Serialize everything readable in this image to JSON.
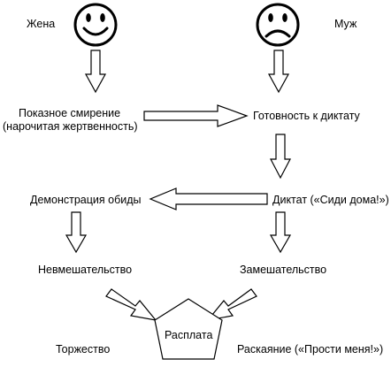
{
  "wife": {
    "label": "Жена",
    "face": "smiley-happy-icon"
  },
  "husband": {
    "label": "Муж",
    "face": "smiley-sad-icon"
  },
  "nodes": {
    "pokaznoe_line1": "Показное смирение",
    "pokaznoe_line2": "(нарочитая жертвенность)",
    "gotovnost": "Готовность к диктату",
    "demonstratsiya": "Демонстрация обиды",
    "diktat": "Диктат («Сиди дома!»)",
    "nevmeshatelstvo": "Невмешательство",
    "zameshatelstvo": "Замешательство",
    "torzhestvo": "Торжество",
    "raskayanie": "Раскаяние («Прости меня!»)",
    "rasplata": "Расплата"
  }
}
